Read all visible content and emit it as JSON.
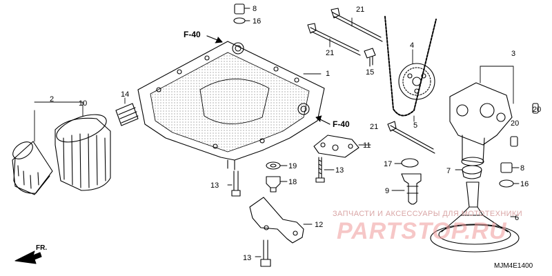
{
  "diagram": {
    "references": {
      "f40_top": "F-40",
      "f40_right": "F-40",
      "fr": "FR."
    },
    "callouts": [
      {
        "id": "c1",
        "text": "1"
      },
      {
        "id": "c2",
        "text": "2"
      },
      {
        "id": "c3",
        "text": "3"
      },
      {
        "id": "c4",
        "text": "4"
      },
      {
        "id": "c5",
        "text": "5"
      },
      {
        "id": "c6",
        "text": "6"
      },
      {
        "id": "c7",
        "text": "7"
      },
      {
        "id": "c8a",
        "text": "8"
      },
      {
        "id": "c8b",
        "text": "8"
      },
      {
        "id": "c9",
        "text": "9"
      },
      {
        "id": "c10",
        "text": "10"
      },
      {
        "id": "c11",
        "text": "11"
      },
      {
        "id": "c12",
        "text": "12"
      },
      {
        "id": "c13a",
        "text": "13"
      },
      {
        "id": "c13b",
        "text": "13"
      },
      {
        "id": "c13c",
        "text": "13"
      },
      {
        "id": "c14",
        "text": "14"
      },
      {
        "id": "c15",
        "text": "15"
      },
      {
        "id": "c16a",
        "text": "16"
      },
      {
        "id": "c16b",
        "text": "16"
      },
      {
        "id": "c17",
        "text": "17"
      },
      {
        "id": "c18",
        "text": "18"
      },
      {
        "id": "c19",
        "text": "19"
      },
      {
        "id": "c20a",
        "text": "20"
      },
      {
        "id": "c20b",
        "text": "20"
      },
      {
        "id": "c21a",
        "text": "21"
      },
      {
        "id": "c21b",
        "text": "21"
      },
      {
        "id": "c21c",
        "text": "21"
      }
    ],
    "diagram_code": "MJM4E1400",
    "watermark": {
      "line1": "ЗАПЧАСТИ И АКСЕССУАРЫ ДЛЯ МОТОТЕХНИКИ",
      "line2": "PARTSTOP.RU",
      "color": "#e57373"
    }
  }
}
